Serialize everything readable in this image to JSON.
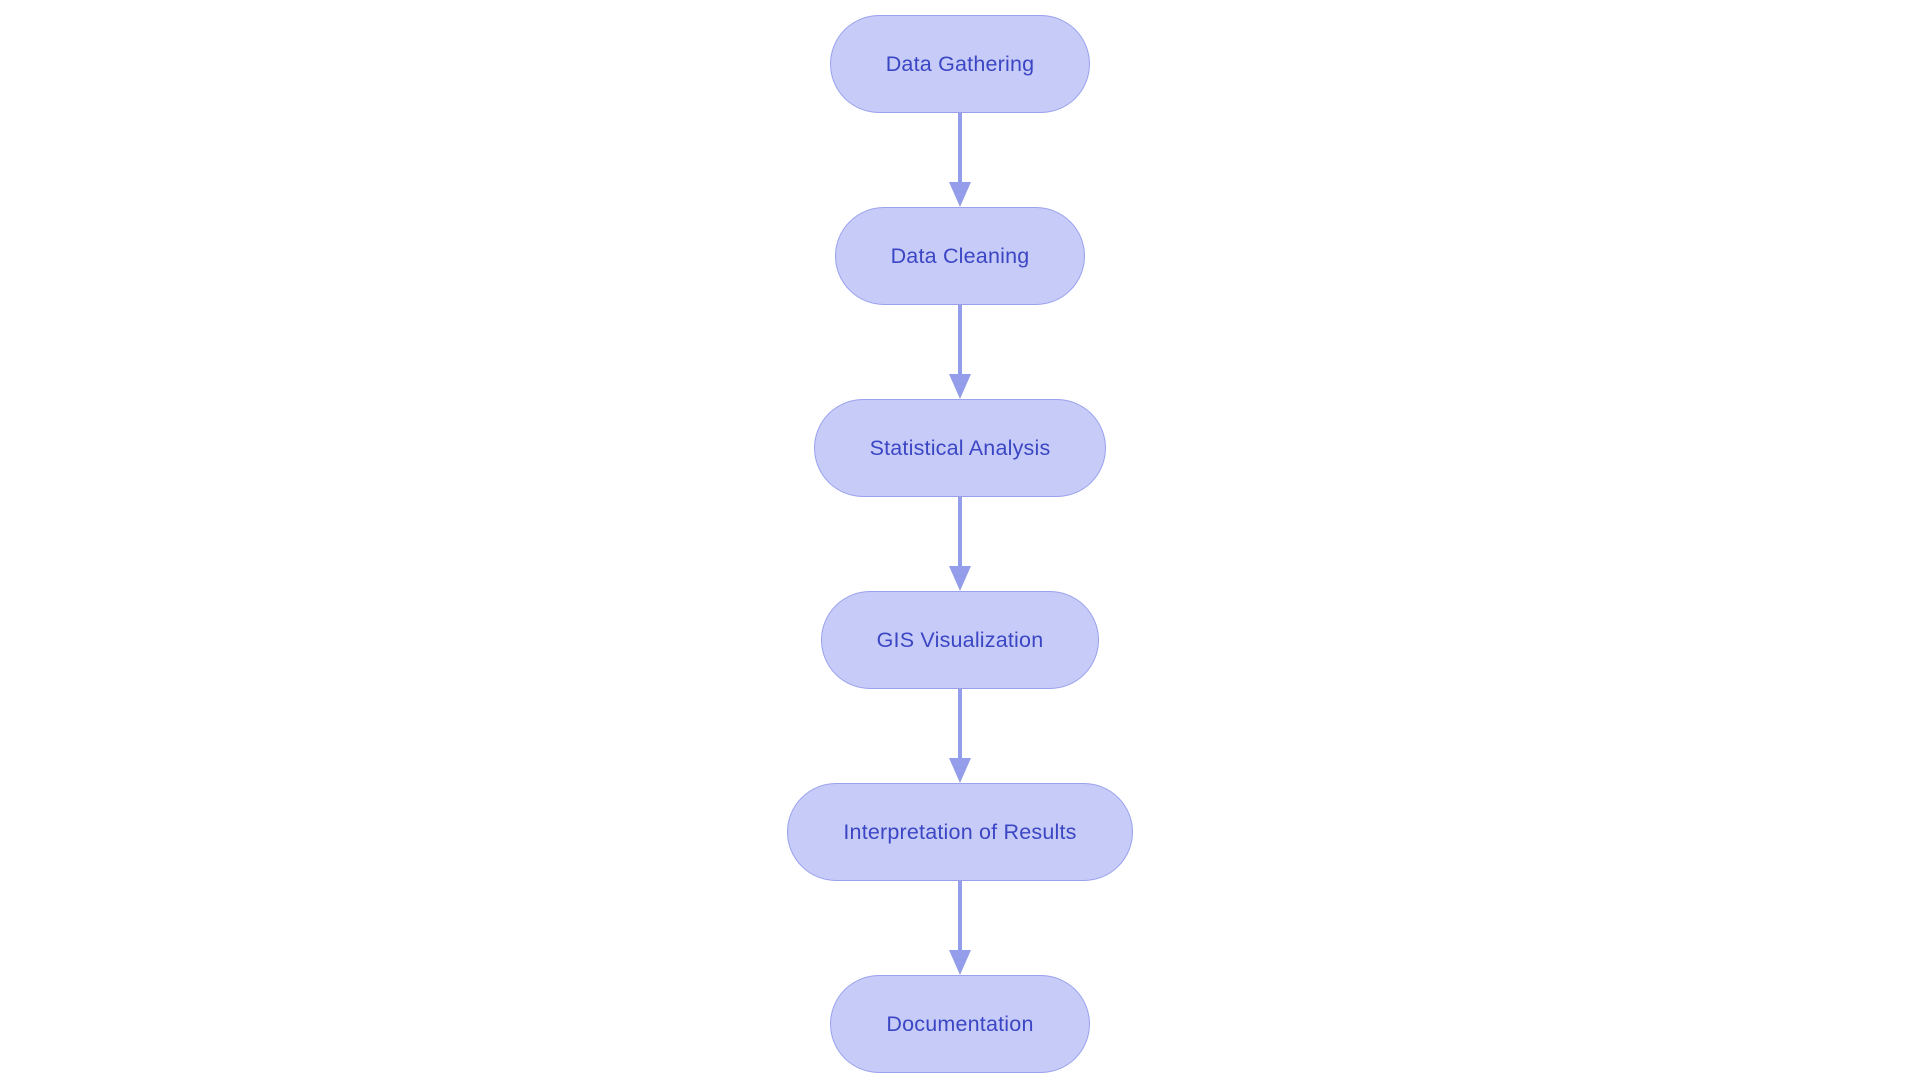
{
  "diagram": {
    "type": "flowchart",
    "direction": "top-down",
    "background": "#ffffff",
    "nodes": [
      {
        "id": "data-gathering",
        "label": "Data Gathering"
      },
      {
        "id": "data-cleaning",
        "label": "Data Cleaning"
      },
      {
        "id": "statistical-analysis",
        "label": "Statistical Analysis"
      },
      {
        "id": "gis-visualization",
        "label": "GIS Visualization"
      },
      {
        "id": "interpretation-of-results",
        "label": "Interpretation of Results"
      },
      {
        "id": "documentation",
        "label": "Documentation"
      }
    ],
    "edges": [
      {
        "from": "Data Gathering",
        "to": "Data Cleaning"
      },
      {
        "from": "Data Cleaning",
        "to": "Statistical Analysis"
      },
      {
        "from": "Statistical Analysis",
        "to": "GIS Visualization"
      },
      {
        "from": "GIS Visualization",
        "to": "Interpretation of Results"
      },
      {
        "from": "Interpretation of Results",
        "to": "Documentation"
      }
    ],
    "colors": {
      "node_fill": "#c7cbf7",
      "node_border": "#9aa2ee",
      "node_text": "#3b46c4",
      "arrow": "#939de9",
      "background": "#ffffff"
    }
  }
}
